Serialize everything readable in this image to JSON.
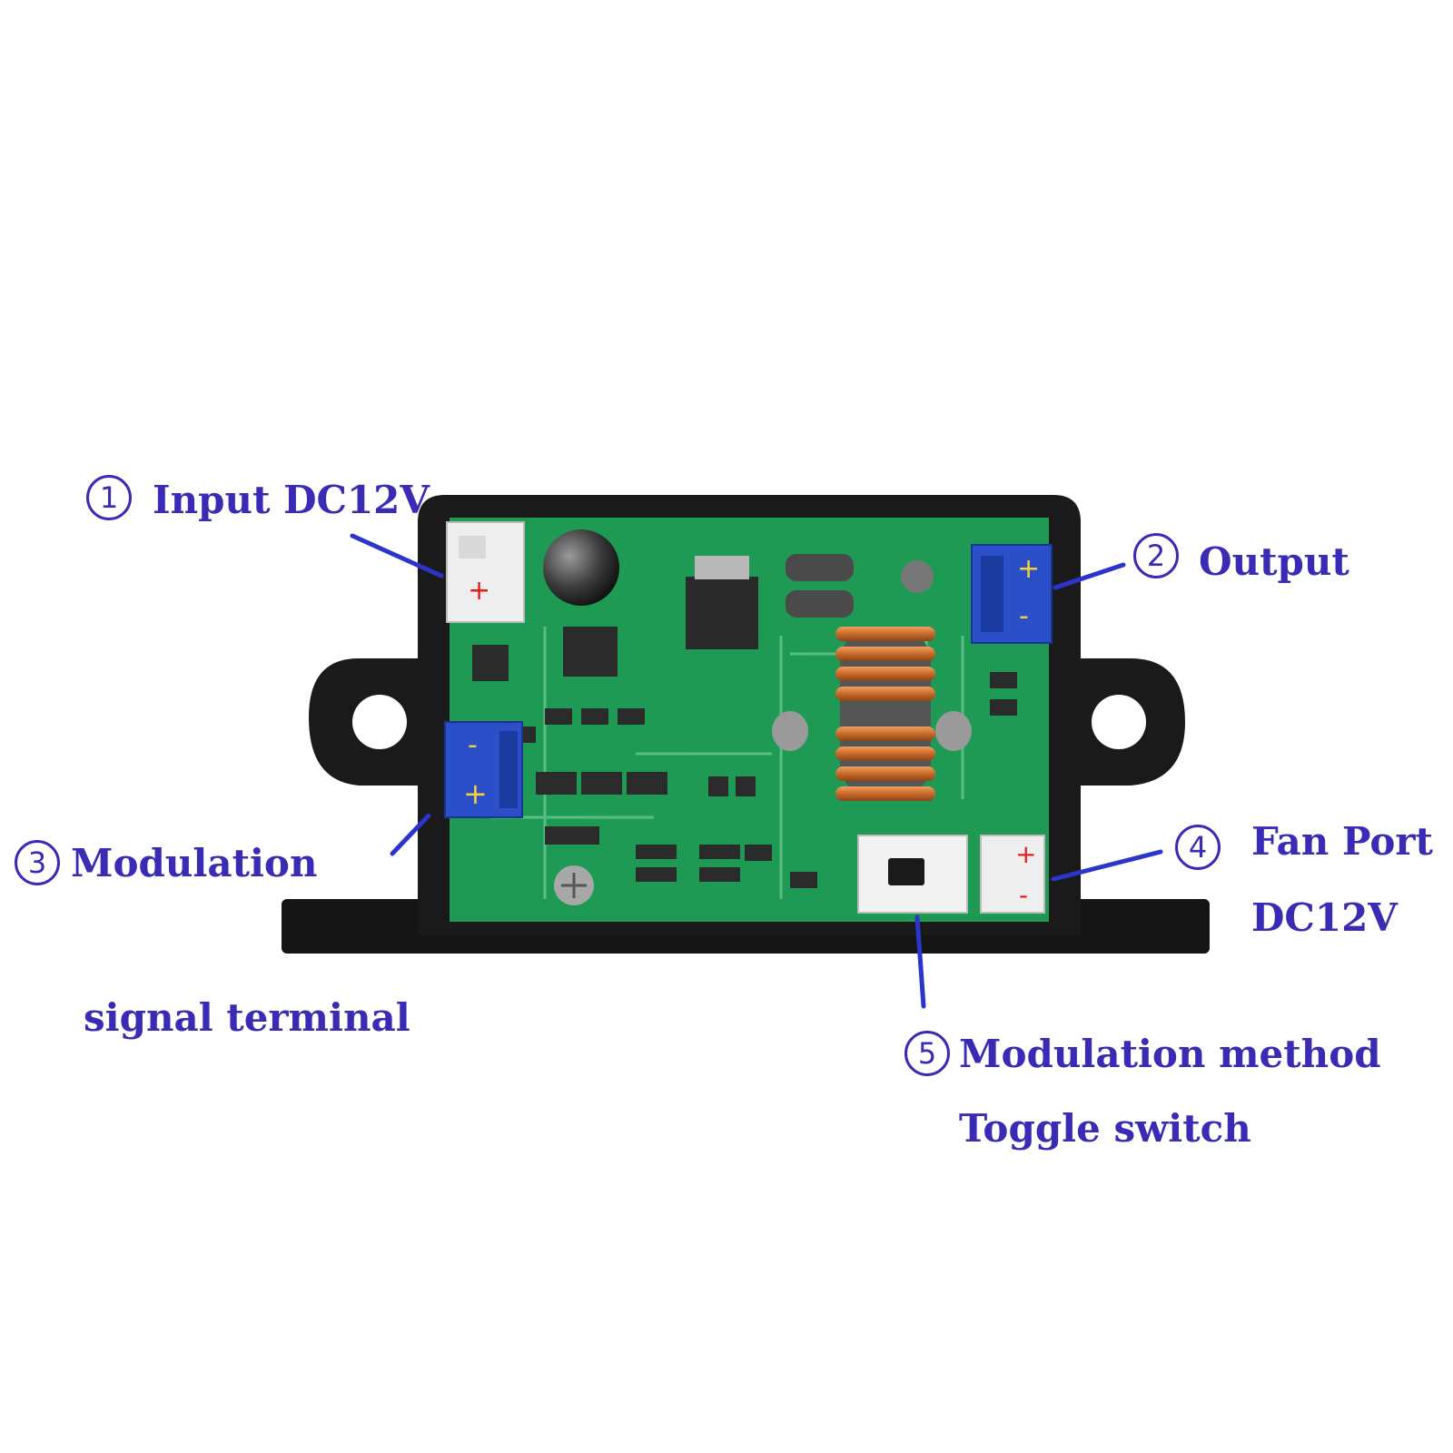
{
  "colors": {
    "label": "#3a2bb5",
    "pointer": "#2c35c9",
    "housing": "#1a1a1a",
    "pcb": "#1f9a55",
    "connector_blue": "#2a4fc8",
    "connector_white": "#eeeeee"
  },
  "callouts": [
    {
      "id": "1",
      "lines": [
        "Input DC12V"
      ]
    },
    {
      "id": "2",
      "lines": [
        "Output"
      ]
    },
    {
      "id": "3",
      "lines": [
        "Modulation",
        "signal terminal"
      ]
    },
    {
      "id": "4",
      "lines": [
        "Fan Port",
        "DC12V"
      ]
    },
    {
      "id": "5",
      "lines": [
        "Modulation method",
        "Toggle switch"
      ]
    }
  ],
  "connector_marks": {
    "plus": "+",
    "minus": "-"
  }
}
